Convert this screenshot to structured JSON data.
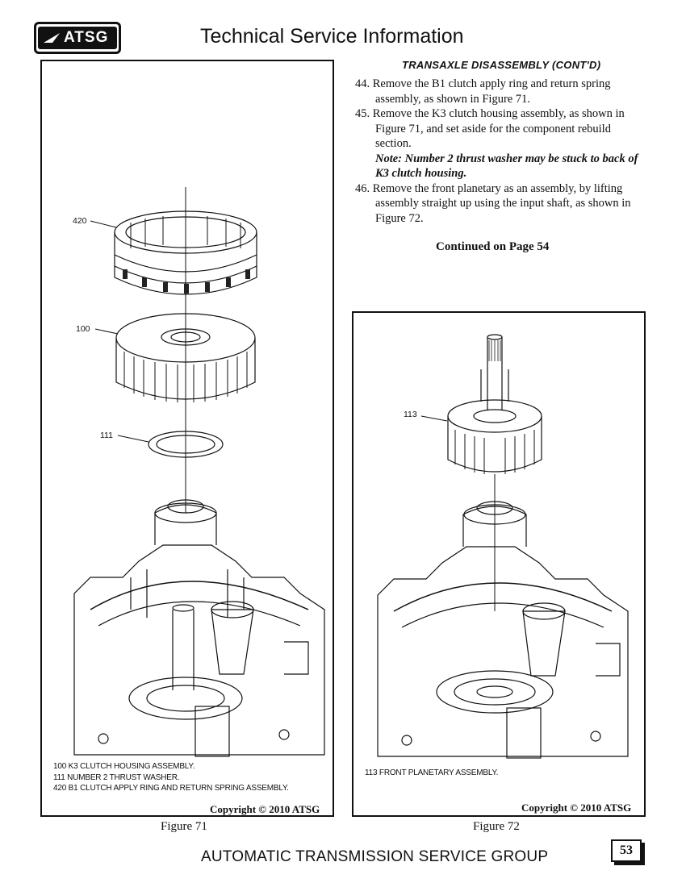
{
  "header": {
    "logo_text": "ATSG",
    "title": "Technical Service Information"
  },
  "section": {
    "heading": "TRANSAXLE DISASSEMBLY (CONT'D)",
    "steps": [
      "44. Remove the B1 clutch apply ring and return spring assembly, as shown in Figure 71.",
      "45. Remove the K3 clutch housing assembly, as shown in Figure 71, and set aside for the component rebuild section."
    ],
    "note": "Note: Number 2 thrust washer may be stuck to back of K3 clutch housing.",
    "step46": "46. Remove the front planetary as an assembly, by lifting assembly straight up using the input shaft, as shown in Figure 72.",
    "continued": "Continued on Page 54"
  },
  "figure71": {
    "callouts": [
      "420",
      "100",
      "111"
    ],
    "legend": [
      "100  K3 CLUTCH HOUSING ASSEMBLY.",
      "111  NUMBER 2 THRUST WASHER.",
      "420  B1 CLUTCH APPLY RING AND RETURN SPRING ASSEMBLY."
    ],
    "copyright": "Copyright © 2010 ATSG",
    "caption": "Figure 71"
  },
  "figure72": {
    "callouts": [
      "113"
    ],
    "legend": [
      "113  FRONT PLANETARY ASSEMBLY."
    ],
    "copyright": "Copyright © 2010 ATSG",
    "caption": "Figure 72"
  },
  "footer": {
    "text": "AUTOMATIC TRANSMISSION SERVICE GROUP",
    "page_number": "53"
  }
}
